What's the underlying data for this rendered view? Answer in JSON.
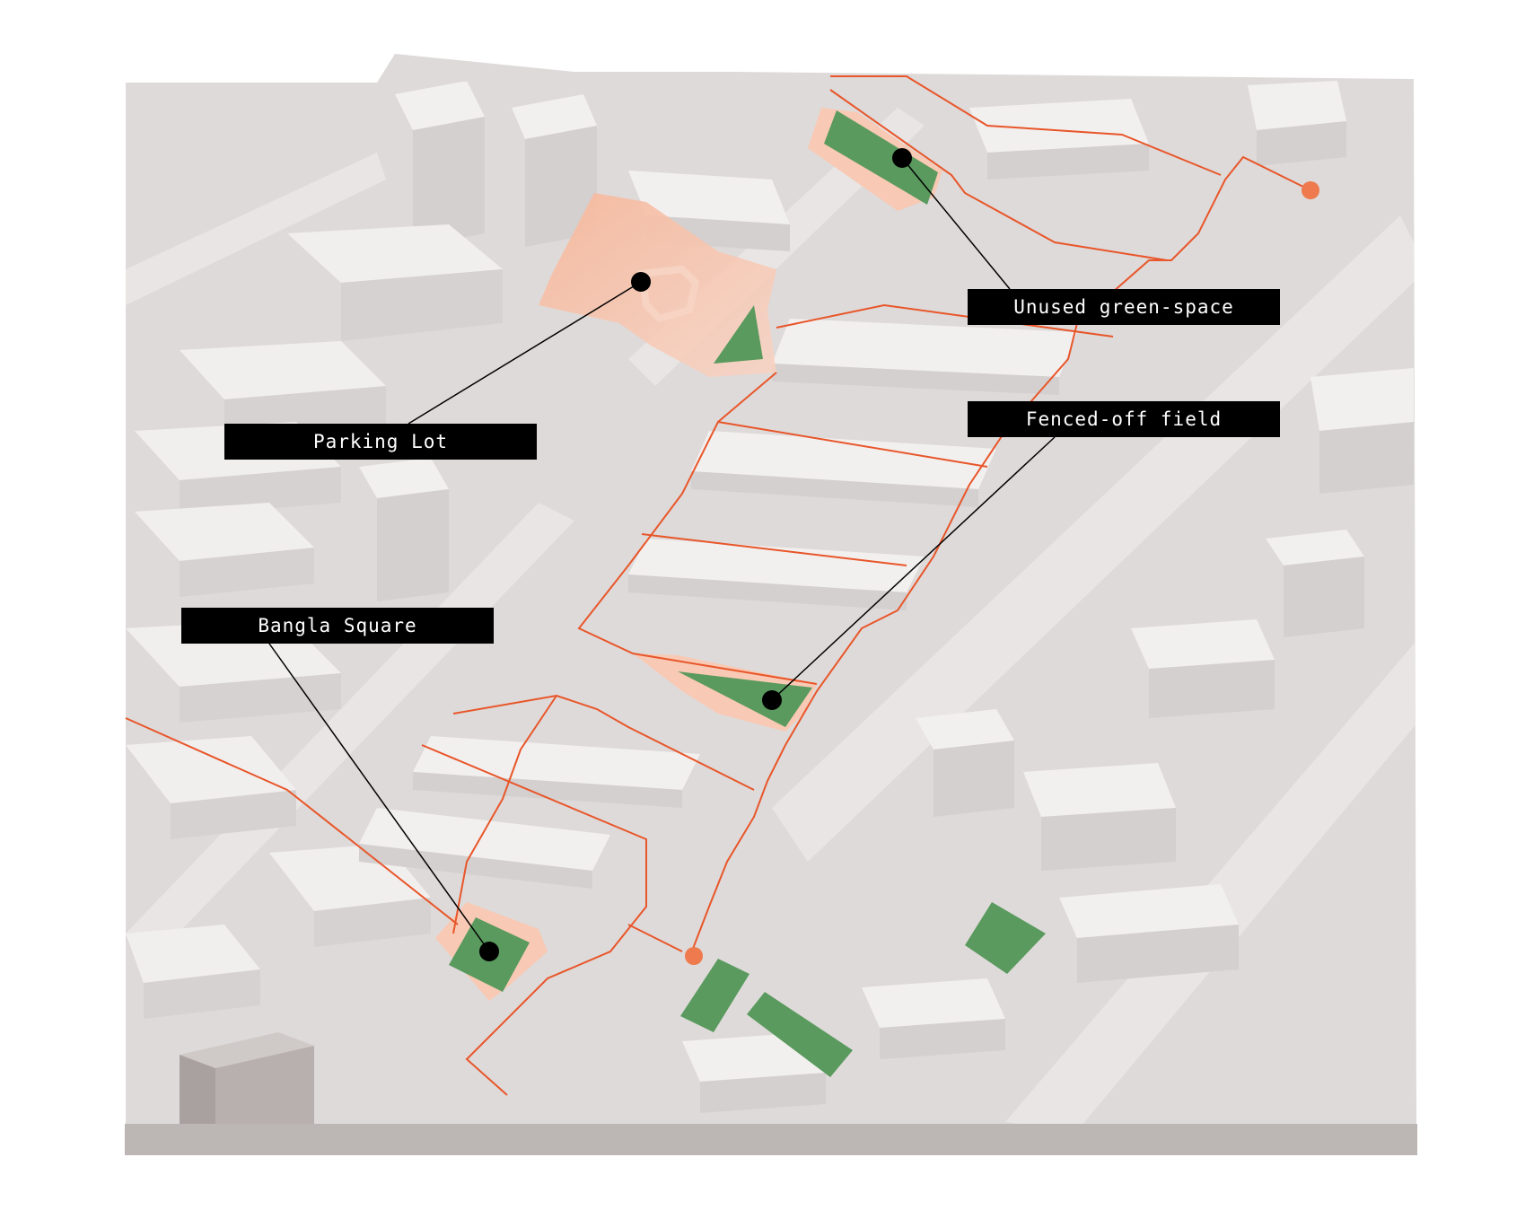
{
  "labels": {
    "parking_lot": "Parking Lot",
    "unused_green_space": "Unused green-space",
    "fenced_off_field": "Fenced-off field",
    "bangla_square": "Bangla Square"
  },
  "colors": {
    "background": "#ffffff",
    "ground": "#dfdbda",
    "street": "#e6e2e1",
    "block_top": "#f1efee",
    "block_side": "#d3cfce",
    "base_edge": "#b9b2b0",
    "green_space": "#5a9a5e",
    "route_line": "#e8562a",
    "highlight_fill": "#f6c3ac",
    "label_bg": "#000000",
    "label_text": "#ffffff",
    "leader_line": "#000000"
  },
  "icons": {
    "callout_dot": "filled-circle",
    "route_endpoint": "orange-circle"
  }
}
